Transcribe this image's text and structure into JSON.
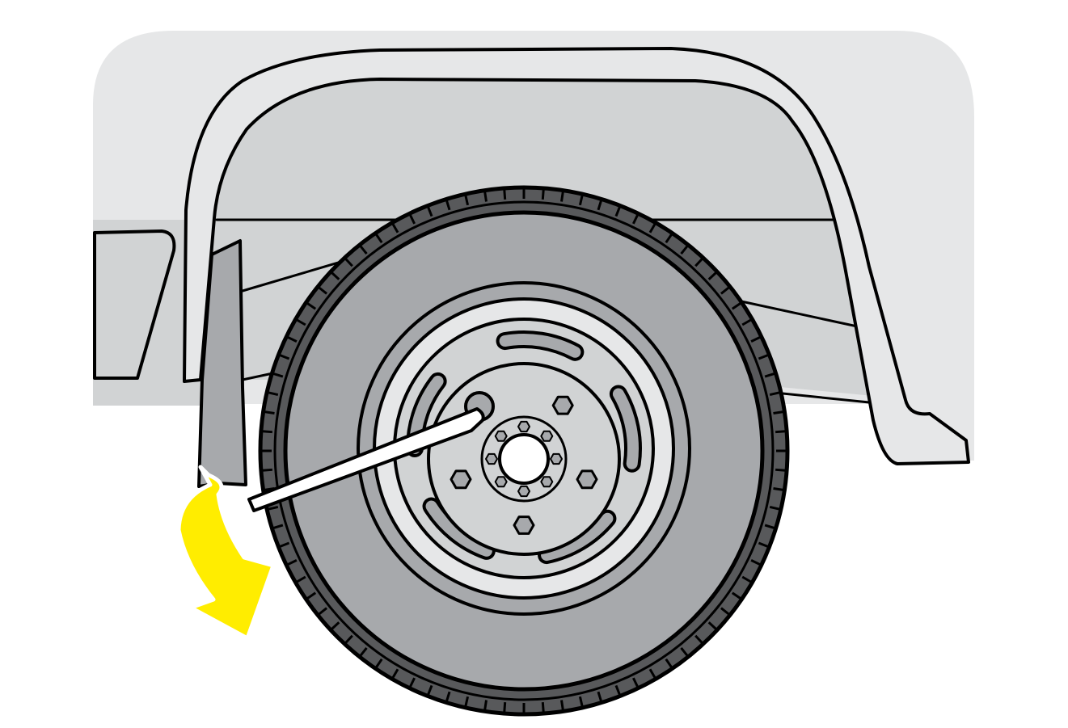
{
  "illustration": {
    "subject": "",
    "elements": {
      "body_panel": "vehicle-body-panel",
      "wheel_arch": "wheel-arch-trim",
      "mud_flap": "mud-flap",
      "side_marker": "side-marker-light",
      "tire": "tire",
      "wheel_rim": "wheel-rim",
      "hub": "wheel-hub",
      "lug_nuts": "lug-nut",
      "lug_wrench": "lug-wrench",
      "rotation_arrow": "counterclockwise-arrow-icon"
    }
  },
  "colors": {
    "body_light": "#e6e7e8",
    "body_mid": "#d1d3d4",
    "tire": "#58595b",
    "rim": "#a7a9ac",
    "hub": "#d1d3d4",
    "outline": "#000000",
    "arrow": "#ffed00",
    "white": "#ffffff"
  },
  "wheel": {
    "lug_nut_count": 5,
    "hub_bolt_count": 8,
    "tread_tick_count": 84
  }
}
